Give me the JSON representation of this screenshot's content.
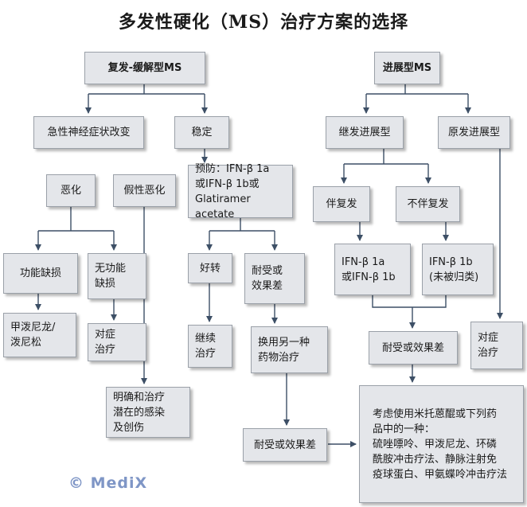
{
  "title": "多发性硬化（MS）治疗方案的选择",
  "watermark": "© MediX",
  "nodes": {
    "rr_ms": "复发-缓解型MS",
    "progressive_ms": "进展型MS",
    "acute_neuro": "急性神经症状改变",
    "stable": "稳定",
    "secondary_prog": "继发进展型",
    "primary_prog": "原发进展型",
    "worsen": "恶化",
    "pseudo_worsen": "假性恶化",
    "prevention": "预防：IFN-β 1a\n或IFN-β 1b或\nGlatiramer acetate",
    "with_relapse": "伴复发",
    "without_relapse": "不伴复发",
    "functional_deficit": "功能缺损",
    "no_functional_deficit": "无功能\n缺损",
    "improve": "好转",
    "intolerant_1": "耐受或\n效果差",
    "ifn_1a_1b": "IFN-β 1a\n或IFN-β 1b",
    "ifn_1b": "IFN-β 1b\n(未被归类)",
    "methylpred": "甲泼尼龙/\n泼尼松",
    "symptomatic_1": "对症\n治疗",
    "continue": "继续\n治疗",
    "switch_drug": "换用另一种\n药物治疗",
    "intolerant_2": "耐受或效果差",
    "symptomatic_2": "对症\n治疗",
    "treat_infection": "明确和治疗\n潜在的感染\n及创伤",
    "intolerant_3": "耐受或效果差",
    "consider": "考虑使用米托蒽醌或下列药\n品中的一种：\n硫唑嘌呤、甲泼尼龙、环磷\n酰胺冲击疗法、静脉注射免\n疫球蛋白、甲氨蝶呤冲击疗法"
  }
}
